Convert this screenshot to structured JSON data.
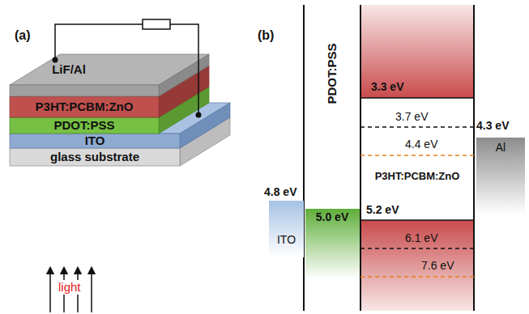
{
  "diagram": {
    "nodes": [
      {
        "text": [
          "LiF/Al"
        ]
      },
      {
        "text": [
          "P3HT:PCBM:ZnO"
        ]
      },
      {
        "text": [
          "PDOT:PSS"
        ]
      },
      {
        "text": [
          "ITO"
        ]
      },
      {
        "text": [
          "glass substrate"
        ]
      },
      {
        "text": [
          "PDOT:PSS",
          "5.0 eV"
        ]
      },
      {
        "text": [
          "P3HT:PCBM:ZnO"
        ]
      },
      {
        "text": [
          "ITO"
        ]
      },
      {
        "text": [
          "Al"
        ]
      }
    ],
    "edges": [
      {
        "from": 0,
        "to": 3,
        "arrow": "none"
      }
    ],
    "labels": [
      "(a)",
      "(b)",
      "light",
      "4.8 eV",
      "3.3 eV",
      "3.7 eV",
      "4.4 eV",
      "5.2 eV",
      "6.1 eV",
      "7.6 eV",
      "4.3 eV"
    ]
  }
}
